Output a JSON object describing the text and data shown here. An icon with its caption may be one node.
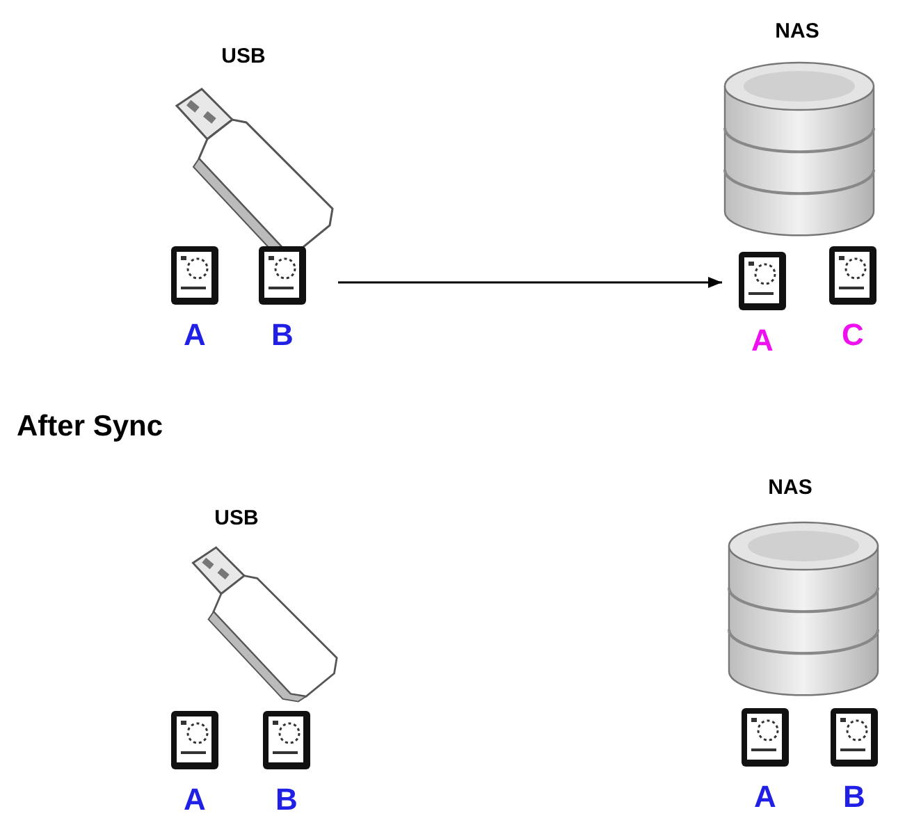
{
  "diagram": {
    "nodes": [
      {
        "text": [
          "USB"
        ]
      },
      {
        "text": [
          "NAS"
        ]
      },
      {
        "text": [
          "USB"
        ]
      },
      {
        "text": [
          "NAS"
        ]
      }
    ],
    "edges": [
      {
        "from": 0,
        "to": 1,
        "arrow": "to"
      }
    ],
    "labels": [
      "A",
      "B",
      "A",
      "C",
      "After Sync",
      "A",
      "B",
      "A",
      "B"
    ]
  }
}
